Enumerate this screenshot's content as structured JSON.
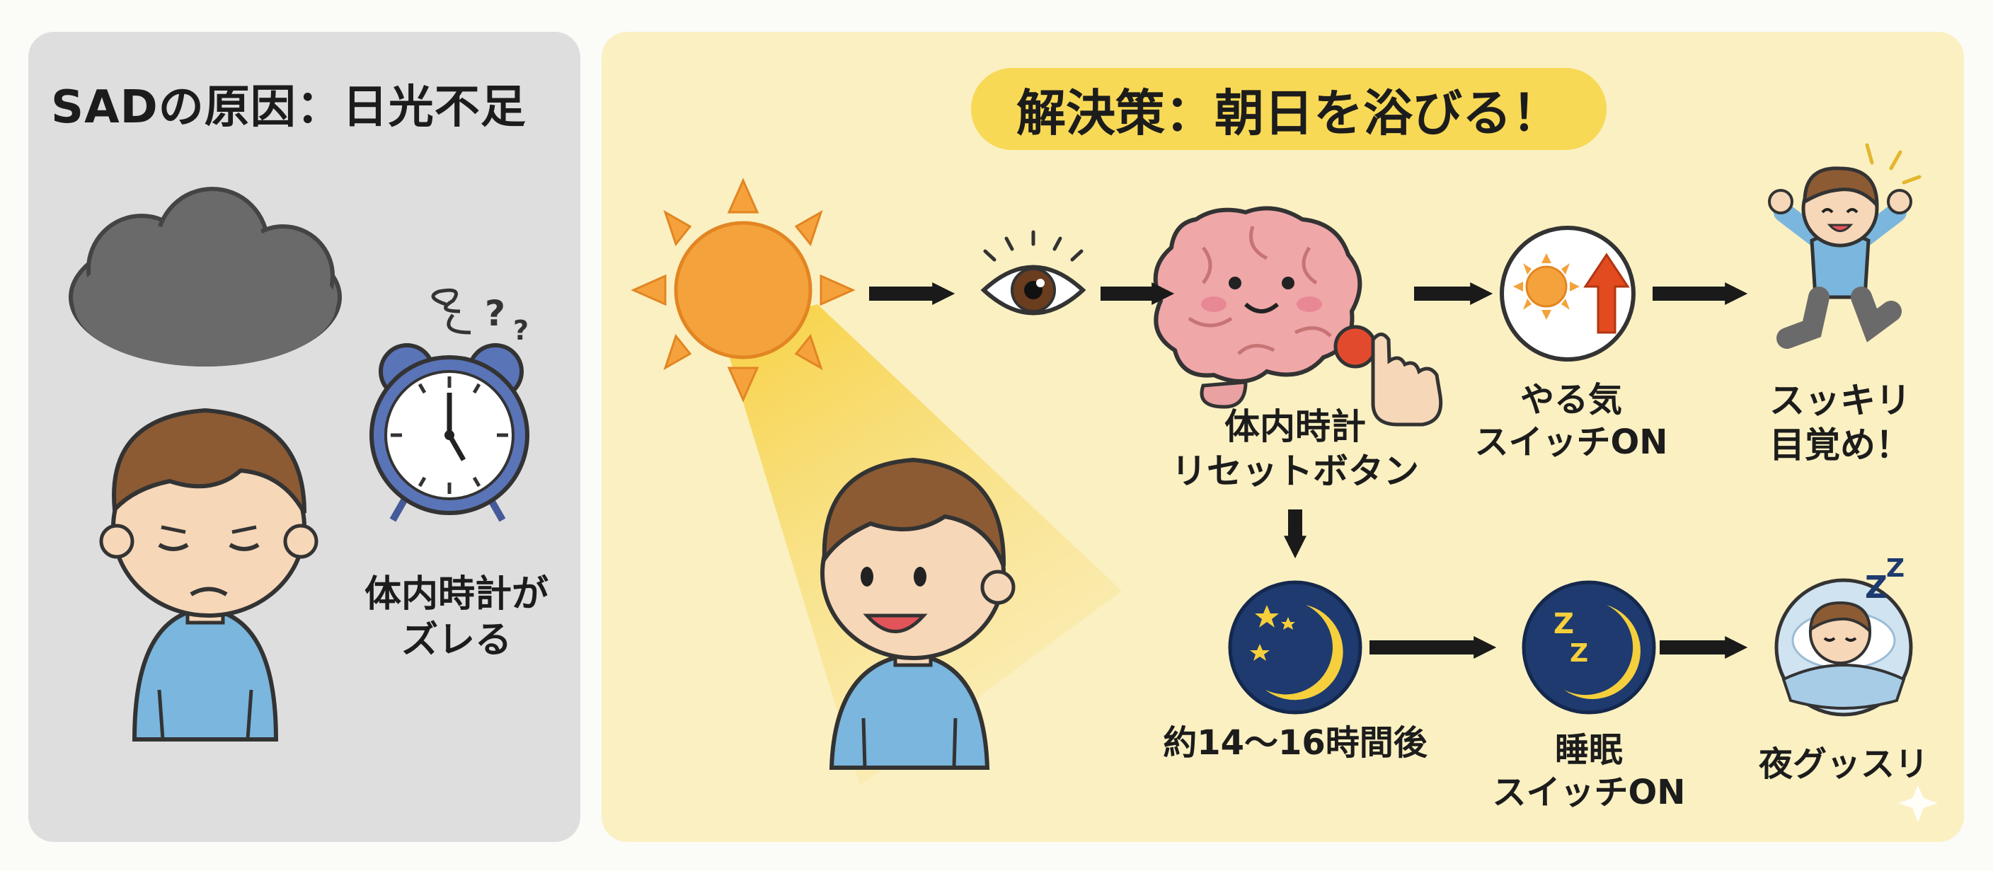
{
  "left_panel": {
    "title": "SADの原因：日光不足",
    "clock_caption": "体内時計が\nズレる"
  },
  "right_panel": {
    "title": "解決策：朝日を浴びる！",
    "labels": {
      "brain_reset": "体内時計\nリセットボタン",
      "motivation": "やる気\nスイッチON",
      "wake": "スッキリ\n目覚め！",
      "delay": "約14〜16時間後",
      "sleep_switch": "睡眠\nスイッチON",
      "sleep_well": "夜グッスリ"
    }
  },
  "colors": {
    "left_bg": "#dedede",
    "right_bg": "#fbf0c2",
    "pill": "#f8d956",
    "sun": "#f4a23c",
    "night": "#1e3a6e",
    "moon": "#f6cf3c",
    "arrow": "#1a1a1a"
  }
}
